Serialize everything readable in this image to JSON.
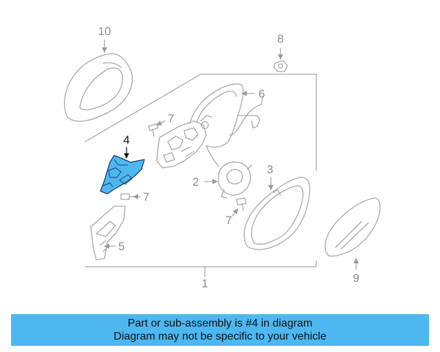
{
  "diagram": {
    "highlight_color": "#4db8f0",
    "callouts": {
      "c1": "1",
      "c2": "2",
      "c3": "3",
      "c4": "4",
      "c5": "5",
      "c6": "6",
      "c7a": "7",
      "c7b": "7",
      "c7c": "7",
      "c8": "8",
      "c9": "9",
      "c10": "10"
    }
  },
  "banner": {
    "line1": "Part or sub-assembly is #4 in diagram",
    "line2": "Diagram may not be specific to your vehicle"
  }
}
